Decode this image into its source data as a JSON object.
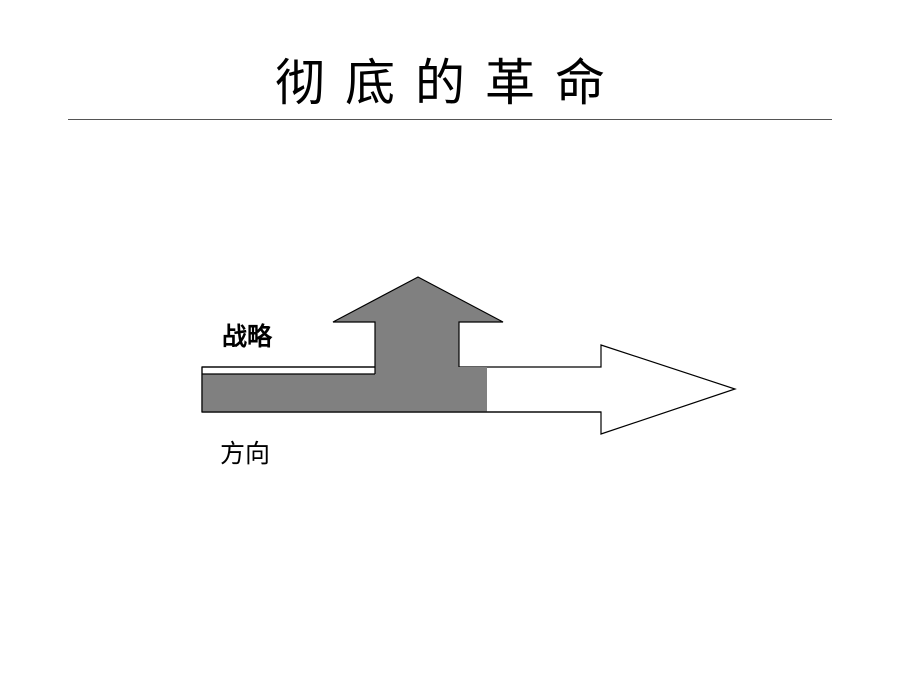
{
  "slide": {
    "title": "彻底的革命"
  },
  "diagram": {
    "labels": {
      "strategy": "战略",
      "direction": "方向"
    },
    "colors": {
      "strategy_fill": "#808080",
      "direction_fill": "#ffffff",
      "stroke": "#000000"
    }
  }
}
